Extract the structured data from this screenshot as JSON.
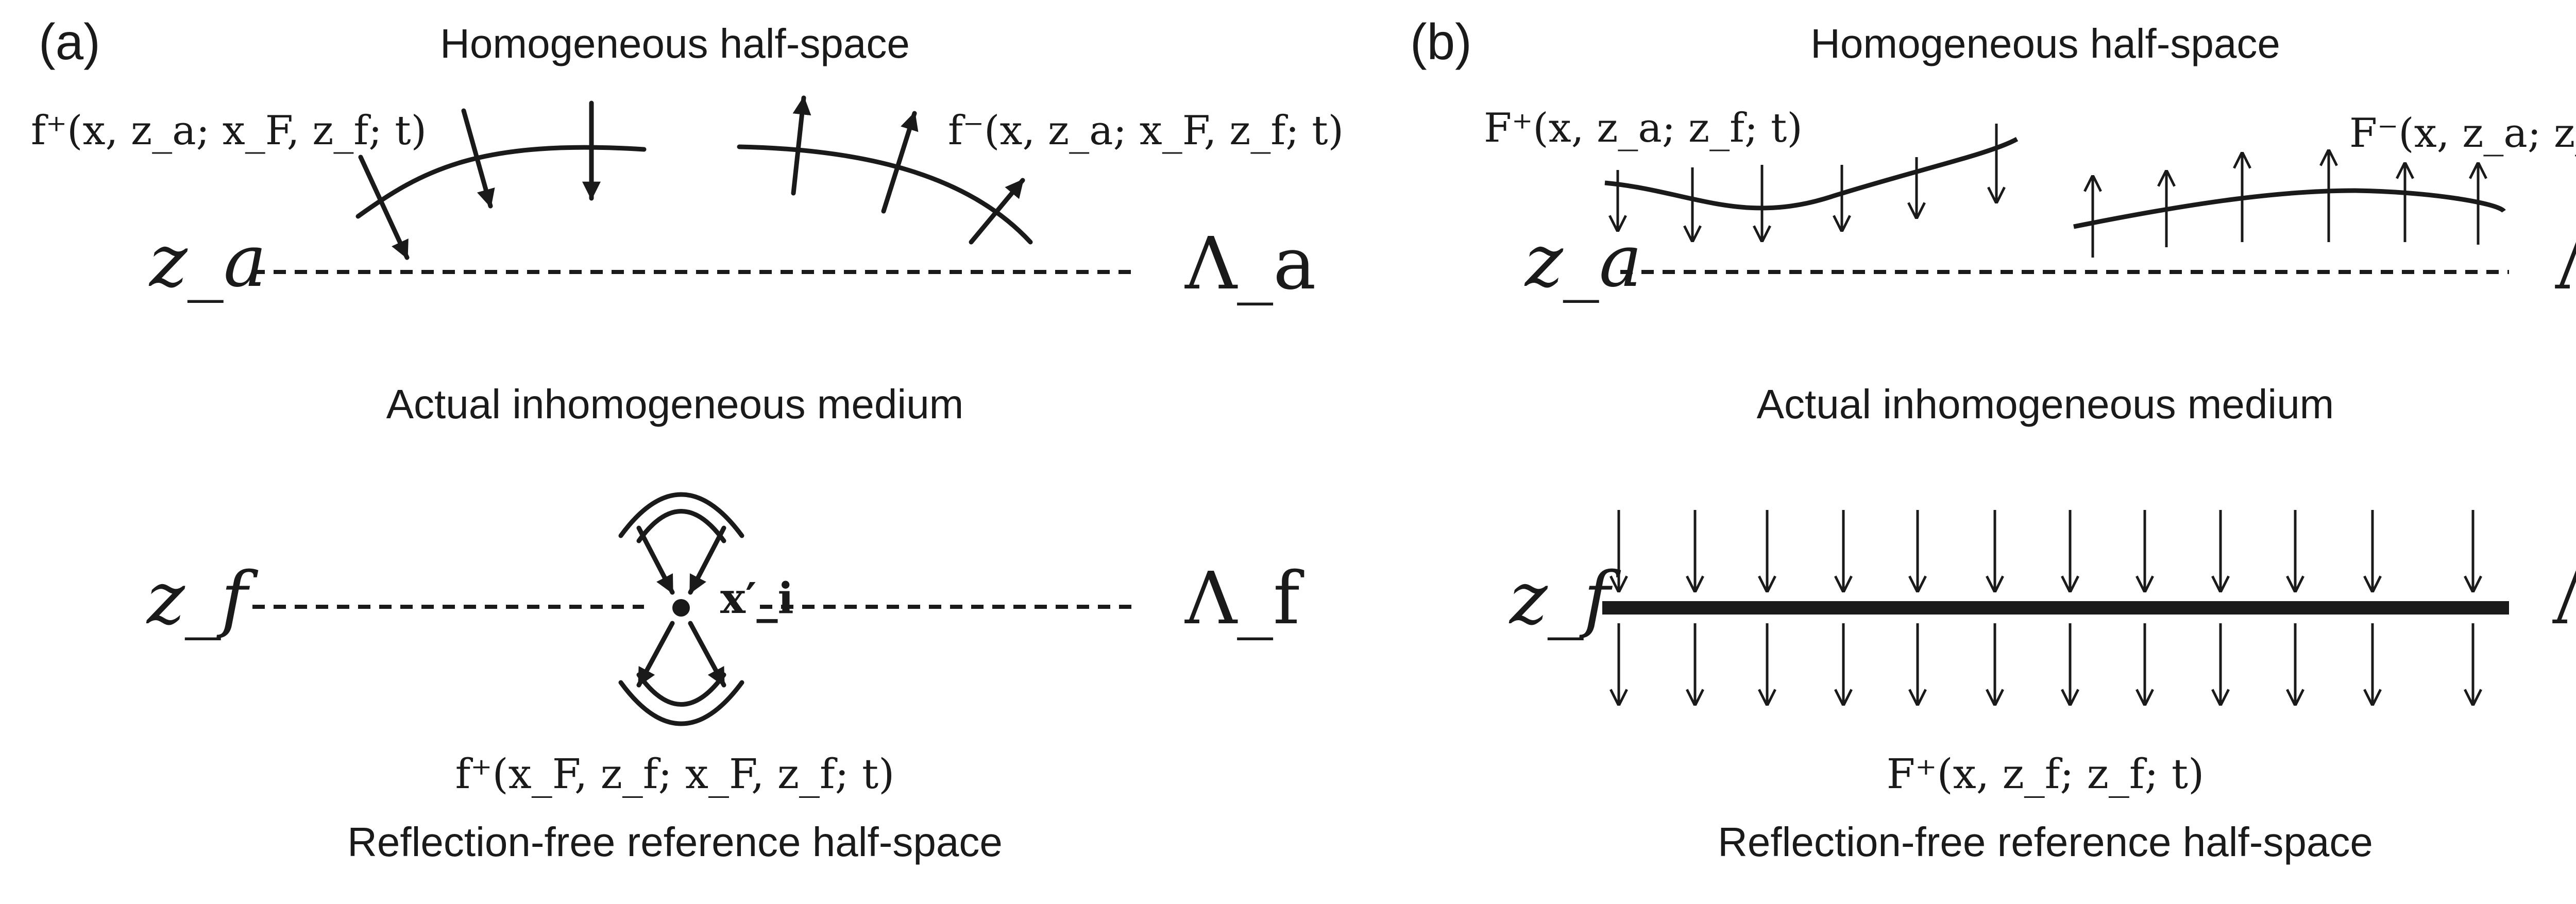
{
  "panel_a": {
    "label": "(a)",
    "top_title": "Homogeneous half-space",
    "field_down_label": "f⁺(x, z_a; x_F, z_f; t)",
    "field_up_label": "f⁻(x, z_a; x_F, z_f; t)",
    "level_a": "z_a",
    "lambda_a": "Λ_a",
    "middle_title": "Actual inhomogeneous medium",
    "level_f": "z_f",
    "lambda_f": "Λ_f",
    "focus_label": "x′_i",
    "focal_field_label": "f⁺(x_F, z_f; x_F, z_f; t)",
    "bottom_title": "Reflection-free reference half-space"
  },
  "panel_b": {
    "label": "(b)",
    "top_title": "Homogeneous half-space",
    "field_down_label": "F⁺(x, z_a; z_f; t)",
    "field_up_label": "F⁻(x, z_a; z_f; t)",
    "level_a": "z_a",
    "lambda_a": "Λ_a",
    "middle_title": "Actual inhomogeneous medium",
    "level_f": "z_f",
    "lambda_f": "Λ_f",
    "focal_field_label": "F⁺(x, z_f; z_f; t)",
    "bottom_title": "Reflection-free reference half-space"
  }
}
